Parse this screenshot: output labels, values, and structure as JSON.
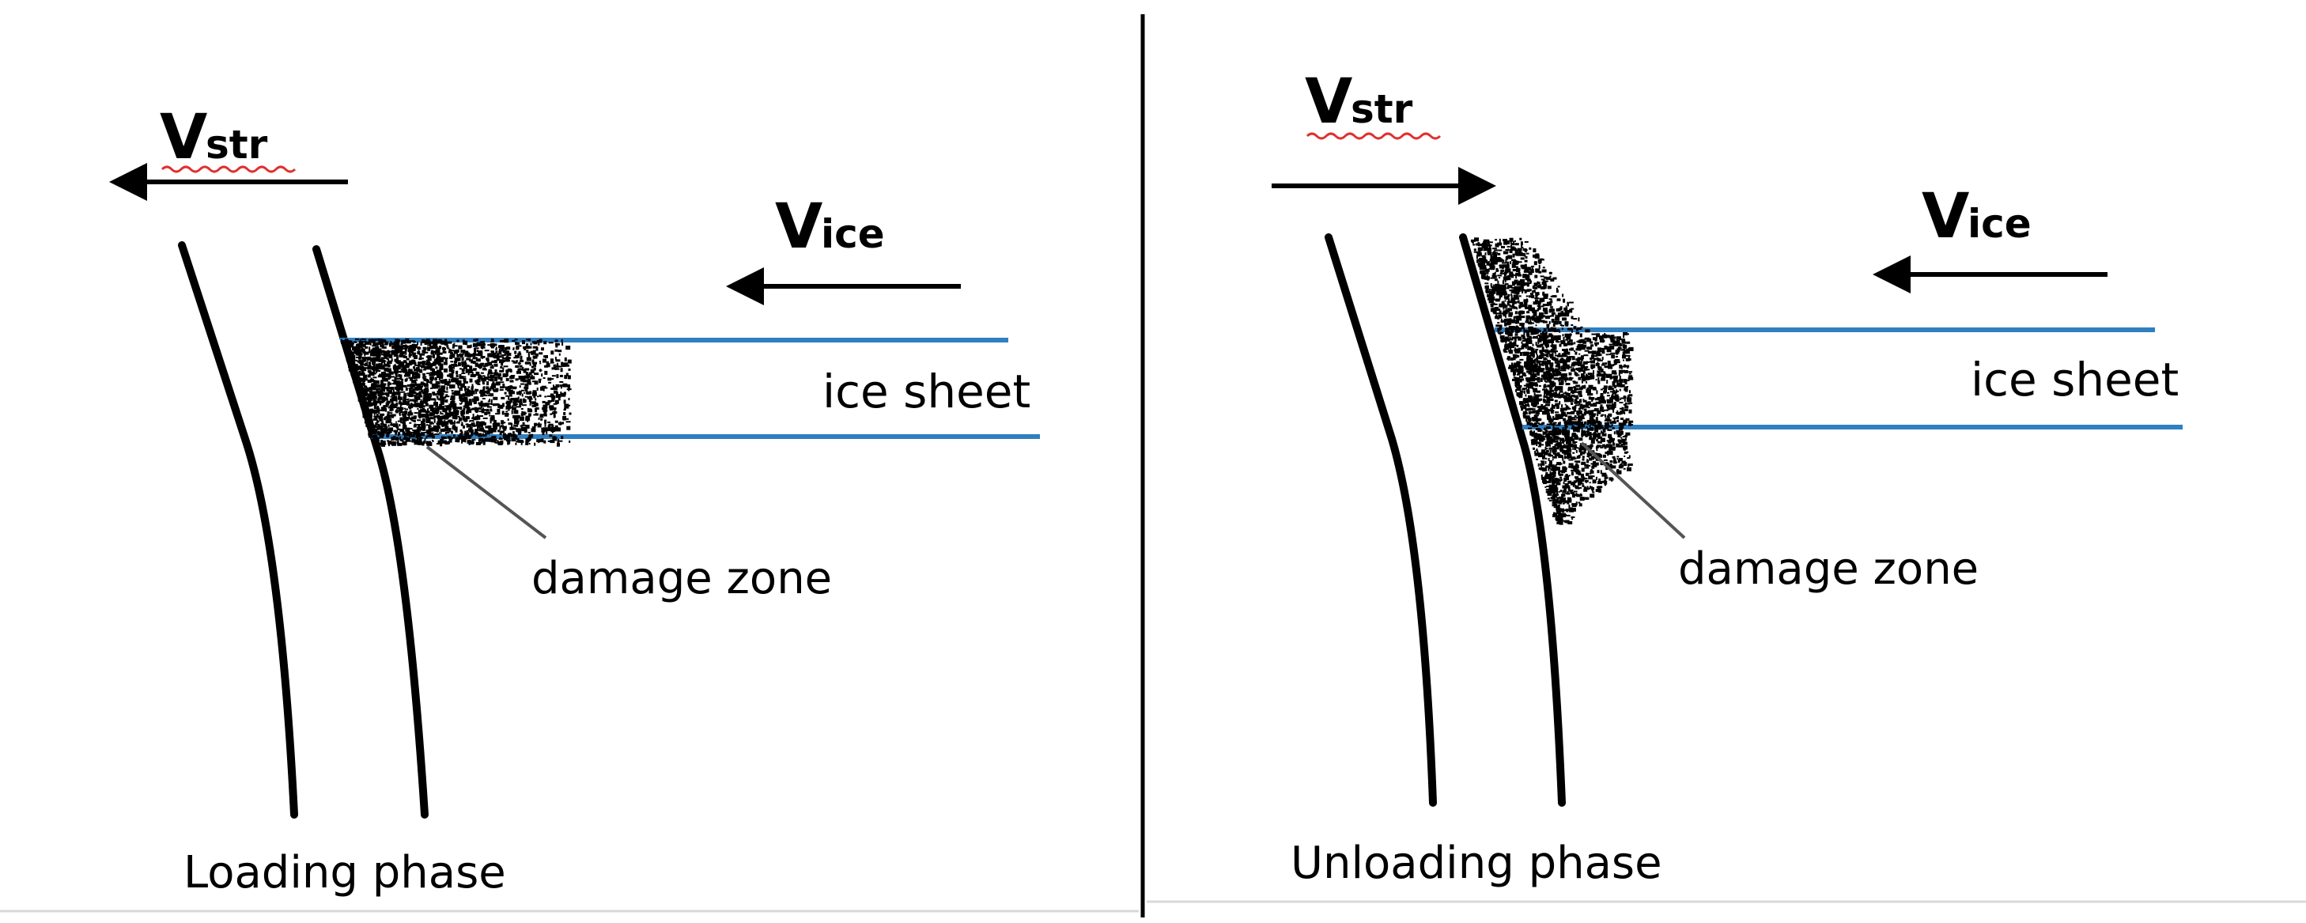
{
  "colors": {
    "ice_edge": "#2f7fc1",
    "ink": "#000000",
    "spell_underline": "#e03030",
    "divider": "#000000",
    "background": "#ffffff"
  },
  "panels": [
    {
      "phase_label": "Loading phase",
      "vstr": {
        "main": "V",
        "sub": "str",
        "direction": "left"
      },
      "vice": {
        "main": "V",
        "sub": "ice",
        "direction": "left"
      },
      "ice_label": "ice sheet",
      "damage_label": "damage zone"
    },
    {
      "phase_label": "Unloading phase",
      "vstr": {
        "main": "V",
        "sub": "str",
        "direction": "right"
      },
      "vice": {
        "main": "V",
        "sub": "ice",
        "direction": "left"
      },
      "ice_label": "ice sheet",
      "damage_label": "damage zone"
    }
  ]
}
